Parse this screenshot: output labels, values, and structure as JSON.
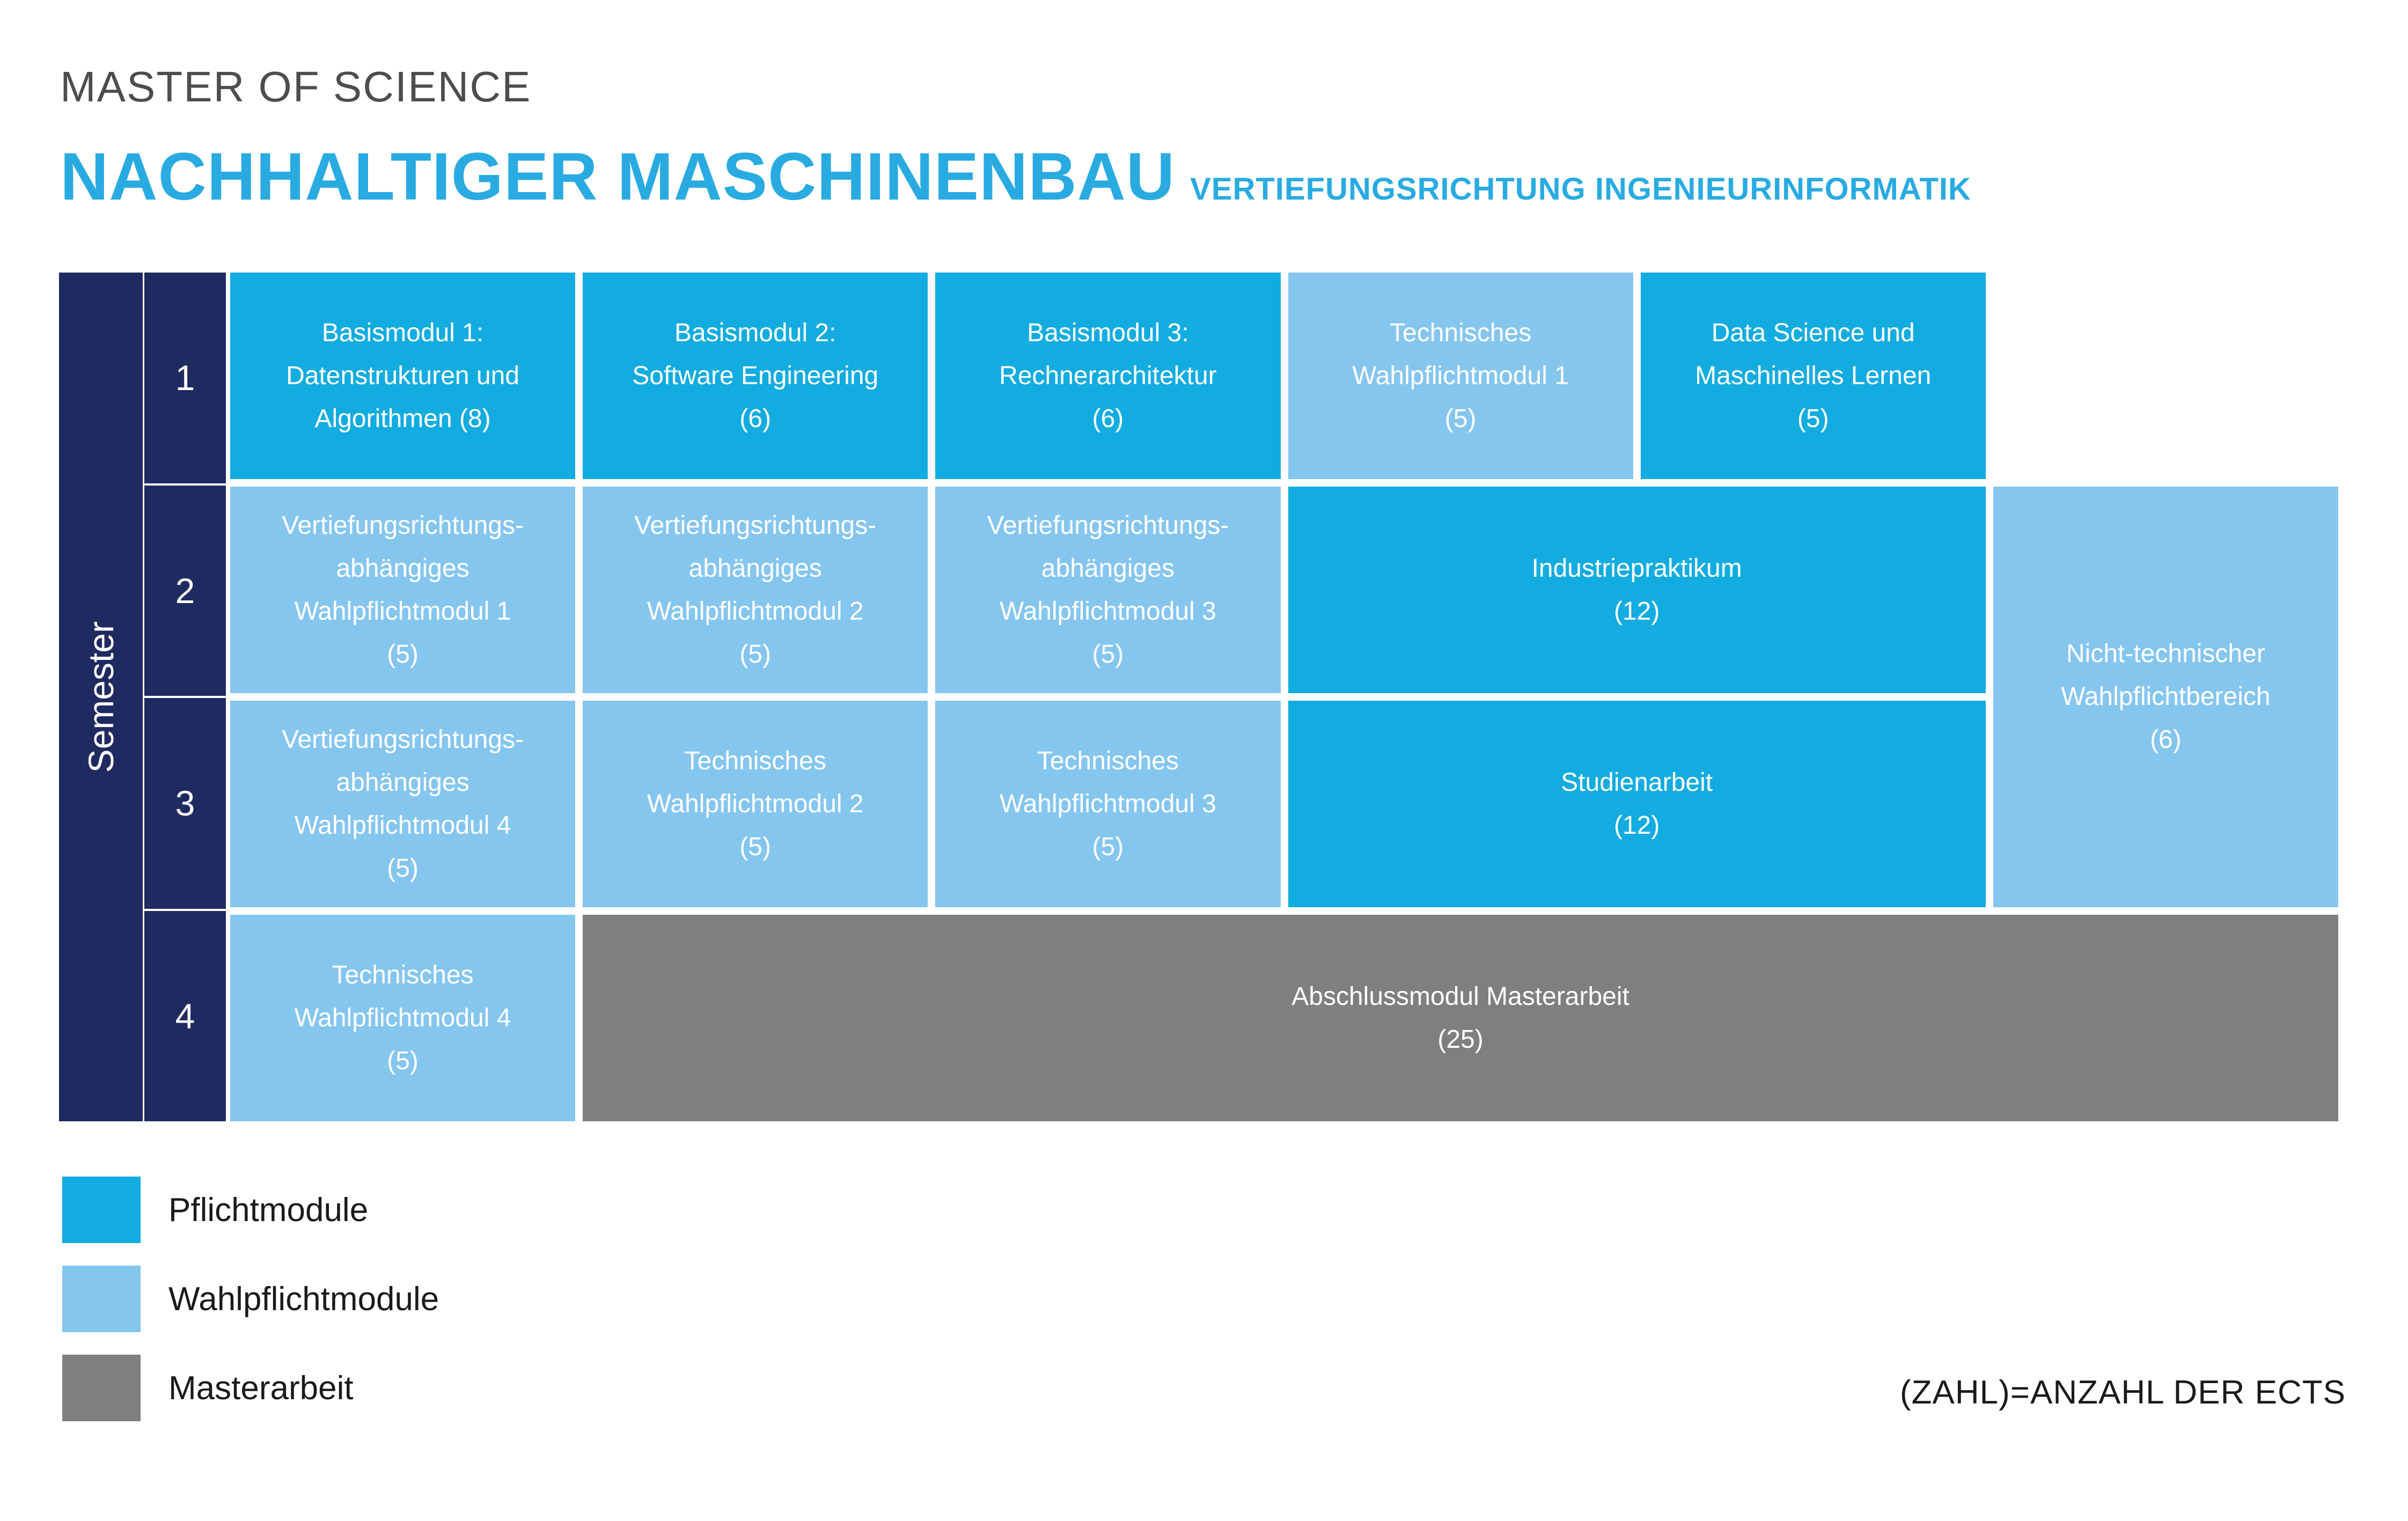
{
  "header": {
    "degree": "MASTER OF SCIENCE",
    "program": "NACHHALTIGER MASCHINENBAU",
    "specialization": "VERTIEFUNGSRICHTUNG INGENIEURINFORMATIK"
  },
  "colors": {
    "pflichtmodule": "#12ACE0",
    "wahlpflichtmodule": "#85C6EE",
    "masterarbeit": "#7F7F7F",
    "semester_column": "#1F2A60",
    "title_accent": "#29ABE2",
    "degree_gray": "#4D4D4F"
  },
  "table": {
    "axis_label": "Semester",
    "semesters": [
      "1",
      "2",
      "3",
      "4"
    ],
    "cells": [
      {
        "text": "Basismodul 1:\nDatenstrukturen und\nAlgorithmen (8)",
        "type": "pflicht",
        "semester": 1,
        "ects": 8
      },
      {
        "text": "Basismodul 2:\nSoftware Engineering\n(6)",
        "type": "pflicht",
        "semester": 1,
        "ects": 6
      },
      {
        "text": "Basismodul 3:\nRechnerarchitektur\n(6)",
        "type": "pflicht",
        "semester": 1,
        "ects": 6
      },
      {
        "text": "Technisches\nWahlpflichtmodul 1\n(5)",
        "type": "wahlpflicht",
        "semester": 1,
        "ects": 5
      },
      {
        "text": "Data Science und\nMaschinelles Lernen\n(5)",
        "type": "pflicht",
        "semester": 1,
        "ects": 5
      },
      {
        "text": "Vertiefungsrichtungs-\nabhängiges\nWahlpflichtmodul 1\n(5)",
        "type": "wahlpflicht",
        "semester": 2,
        "ects": 5
      },
      {
        "text": "Vertiefungsrichtungs-\nabhängiges\nWahlpflichtmodul 2\n(5)",
        "type": "wahlpflicht",
        "semester": 2,
        "ects": 5
      },
      {
        "text": "Vertiefungsrichtungs-\nabhängiges\nWahlpflichtmodul 3\n(5)",
        "type": "wahlpflicht",
        "semester": 2,
        "ects": 5
      },
      {
        "text": "Industriepraktikum\n(12)",
        "type": "pflicht",
        "semester": 2,
        "ects": 12
      },
      {
        "text": "Nicht-technischer\nWahlpflichtbereich\n(6)",
        "type": "wahlpflicht",
        "semester": "2-3",
        "ects": 6
      },
      {
        "text": "Vertiefungsrichtungs-\nabhängiges\nWahlpflichtmodul 4\n(5)",
        "type": "wahlpflicht",
        "semester": 3,
        "ects": 5
      },
      {
        "text": "Technisches\nWahlpflichtmodul 2\n(5)",
        "type": "wahlpflicht",
        "semester": 3,
        "ects": 5
      },
      {
        "text": "Technisches\nWahlpflichtmodul 3\n(5)",
        "type": "wahlpflicht",
        "semester": 3,
        "ects": 5
      },
      {
        "text": "Studienarbeit\n(12)",
        "type": "pflicht",
        "semester": 3,
        "ects": 12
      },
      {
        "text": "Technisches\nWahlpflichtmodul 4\n(5)",
        "type": "wahlpflicht",
        "semester": 4,
        "ects": 5
      },
      {
        "text": "Abschlussmodul Masterarbeit\n(25)",
        "type": "masterarbeit",
        "semester": 4,
        "ects": 25
      }
    ]
  },
  "legend": {
    "items": [
      {
        "label": "Pflichtmodule",
        "type": "pflicht",
        "color": "#12ACE0"
      },
      {
        "label": "Wahlpflichtmodule",
        "type": "wahlpflicht",
        "color": "#85C6EE"
      },
      {
        "label": "Masterarbeit",
        "type": "masterarbeit",
        "color": "#7F7F7F"
      }
    ]
  },
  "footnote": {
    "text": "(ZAHL)=ANZAHL DER ECTS"
  }
}
